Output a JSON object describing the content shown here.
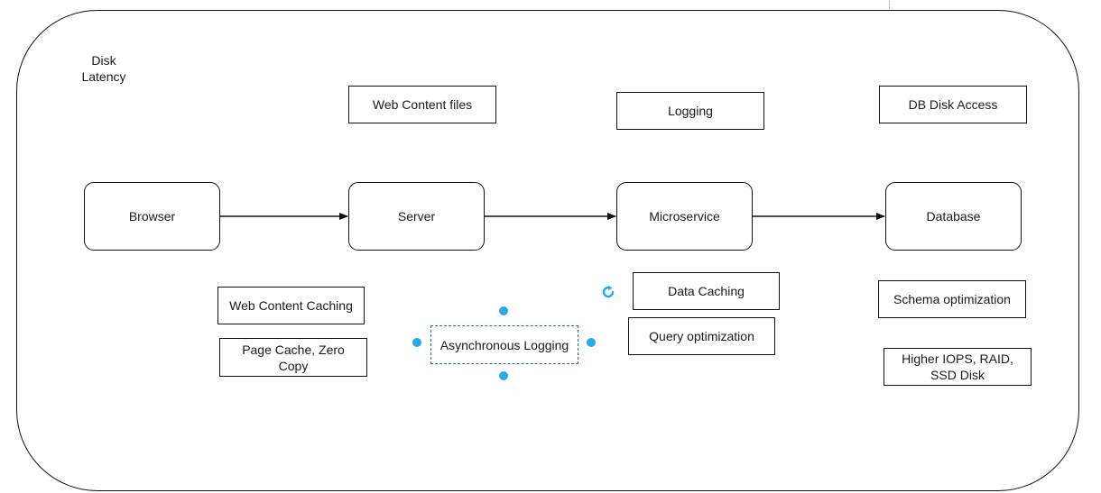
{
  "diagram": {
    "title": "Disk\nLatency",
    "nodes": [
      {
        "id": "browser",
        "label": "Browser"
      },
      {
        "id": "server",
        "label": "Server"
      },
      {
        "id": "microservice",
        "label": "Microservice"
      },
      {
        "id": "database",
        "label": "Database"
      }
    ],
    "edges": [
      {
        "from": "browser",
        "to": "server"
      },
      {
        "from": "server",
        "to": "microservice"
      },
      {
        "from": "microservice",
        "to": "database"
      }
    ],
    "latency_sources": {
      "server": "Web Content files",
      "microservice": "Logging",
      "database": "DB Disk Access"
    },
    "optimizations": {
      "server": [
        "Web Content Caching",
        "Page Cache, Zero Copy"
      ],
      "middle": [
        "Asynchronous Logging"
      ],
      "microservice": [
        "Data Caching",
        "Query optimization"
      ],
      "database": [
        "Schema optimization",
        "Higher IOPS, RAID, SSD Disk"
      ]
    },
    "selection_color": "#29a9e8",
    "icons": {
      "rotate": "rotate-icon"
    }
  }
}
